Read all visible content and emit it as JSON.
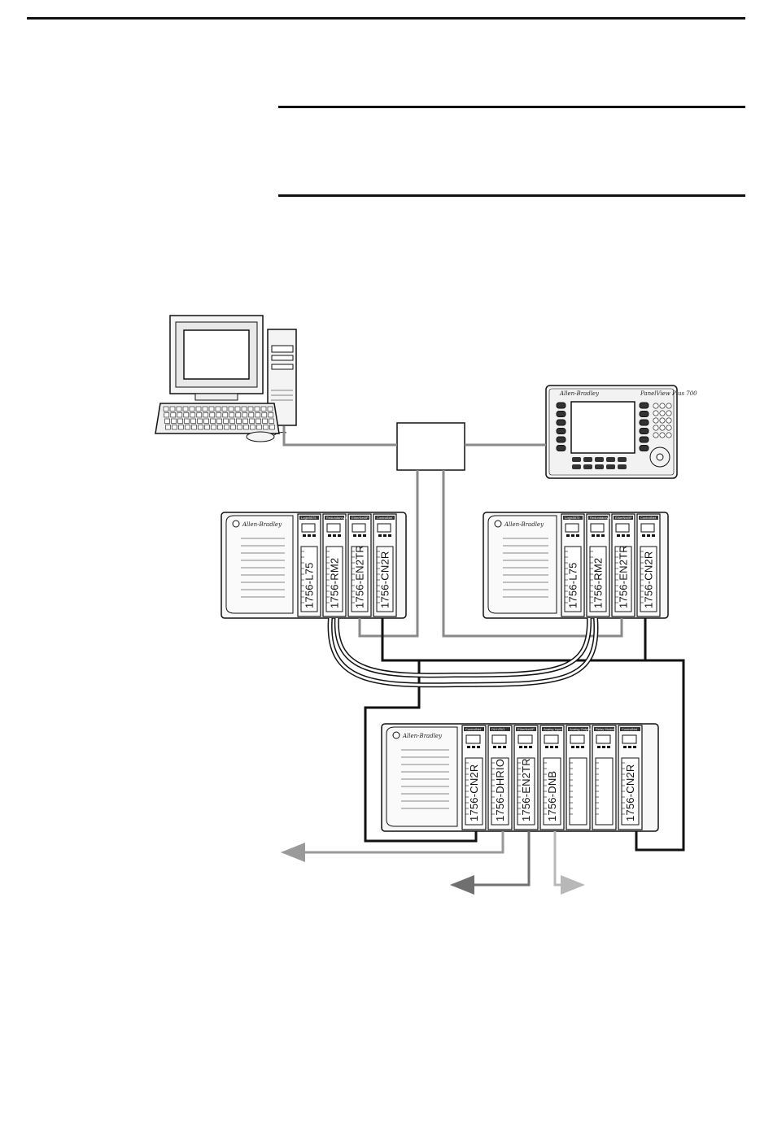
{
  "chassis": {
    "top_left": {
      "brand": "Allen-Bradley",
      "modules": [
        {
          "catalog": "1756-L75",
          "header": "Logix5575"
        },
        {
          "catalog": "1756-RM2",
          "header": "Redundancy Module"
        },
        {
          "catalog": "1756-EN2TR",
          "header": "EtherNet/IP"
        },
        {
          "catalog": "1756-CN2R",
          "header": "ControlNet"
        }
      ]
    },
    "top_right": {
      "brand": "Allen-Bradley",
      "modules": [
        {
          "catalog": "1756-L75",
          "header": "Logix5575"
        },
        {
          "catalog": "1756-RM2",
          "header": "Redundancy Module"
        },
        {
          "catalog": "1756-EN2TR",
          "header": "EtherNet/IP"
        },
        {
          "catalog": "1756-CN2R",
          "header": "ControlNet"
        }
      ]
    },
    "bottom": {
      "brand": "Allen-Bradley",
      "modules": [
        {
          "catalog": "1756-CN2R",
          "header": "ControlNet"
        },
        {
          "catalog": "1756-DHRIO",
          "header": "DH+/RIO"
        },
        {
          "catalog": "1756-EN2TR",
          "header": "EtherNet/IP"
        },
        {
          "catalog": "1756-DNB",
          "header": "Analog Input"
        },
        {
          "catalog": "",
          "header": "Analog Output"
        },
        {
          "catalog": "",
          "header": "Relay Module"
        },
        {
          "catalog": "1756-CN2R",
          "header": "ControlNet"
        }
      ]
    }
  },
  "hmi": {
    "brand": "Allen-Bradley",
    "model": "PanelView Plus 700"
  },
  "colors": {
    "ethernet": "#8a8a8a",
    "controlnet": "#111111",
    "dh_rio": "#9a9a9a",
    "ethernet_out": "#707070",
    "devicenet": "#b8b8b8",
    "fiber": "#111111"
  }
}
